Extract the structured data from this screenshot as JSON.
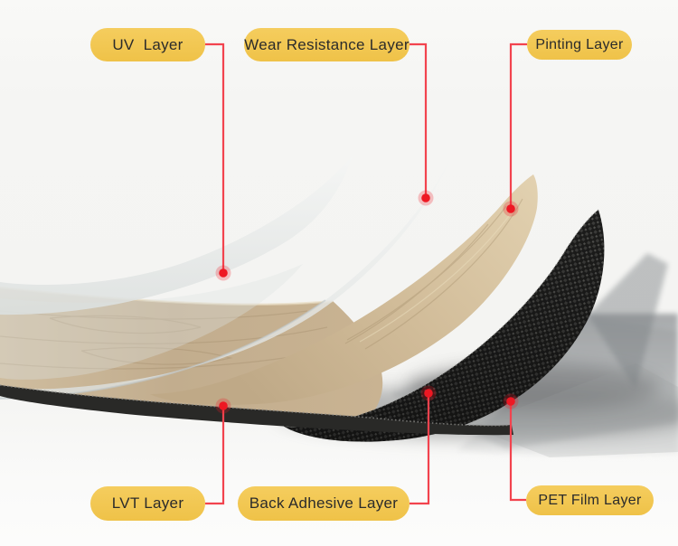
{
  "colors": {
    "background": "#f5f5f3",
    "pill_bg": "#f2c851",
    "pill_text": "#2b2b2b",
    "connector_red": "#f2434e",
    "dot_red": "#ee1823",
    "wood": "#c6b192",
    "black_layer": "#1c1c1b",
    "film_white": "#eef0ef",
    "pet_gray": "#8f9395"
  },
  "callouts": {
    "top": [
      {
        "label": "UV  Layer"
      },
      {
        "label": "Wear Resistance Layer"
      },
      {
        "label": "Pinting Layer"
      }
    ],
    "bottom": [
      {
        "label": "LVT Layer"
      },
      {
        "label": "Back Adhesive Layer"
      },
      {
        "label": "PET Film Layer"
      }
    ]
  }
}
